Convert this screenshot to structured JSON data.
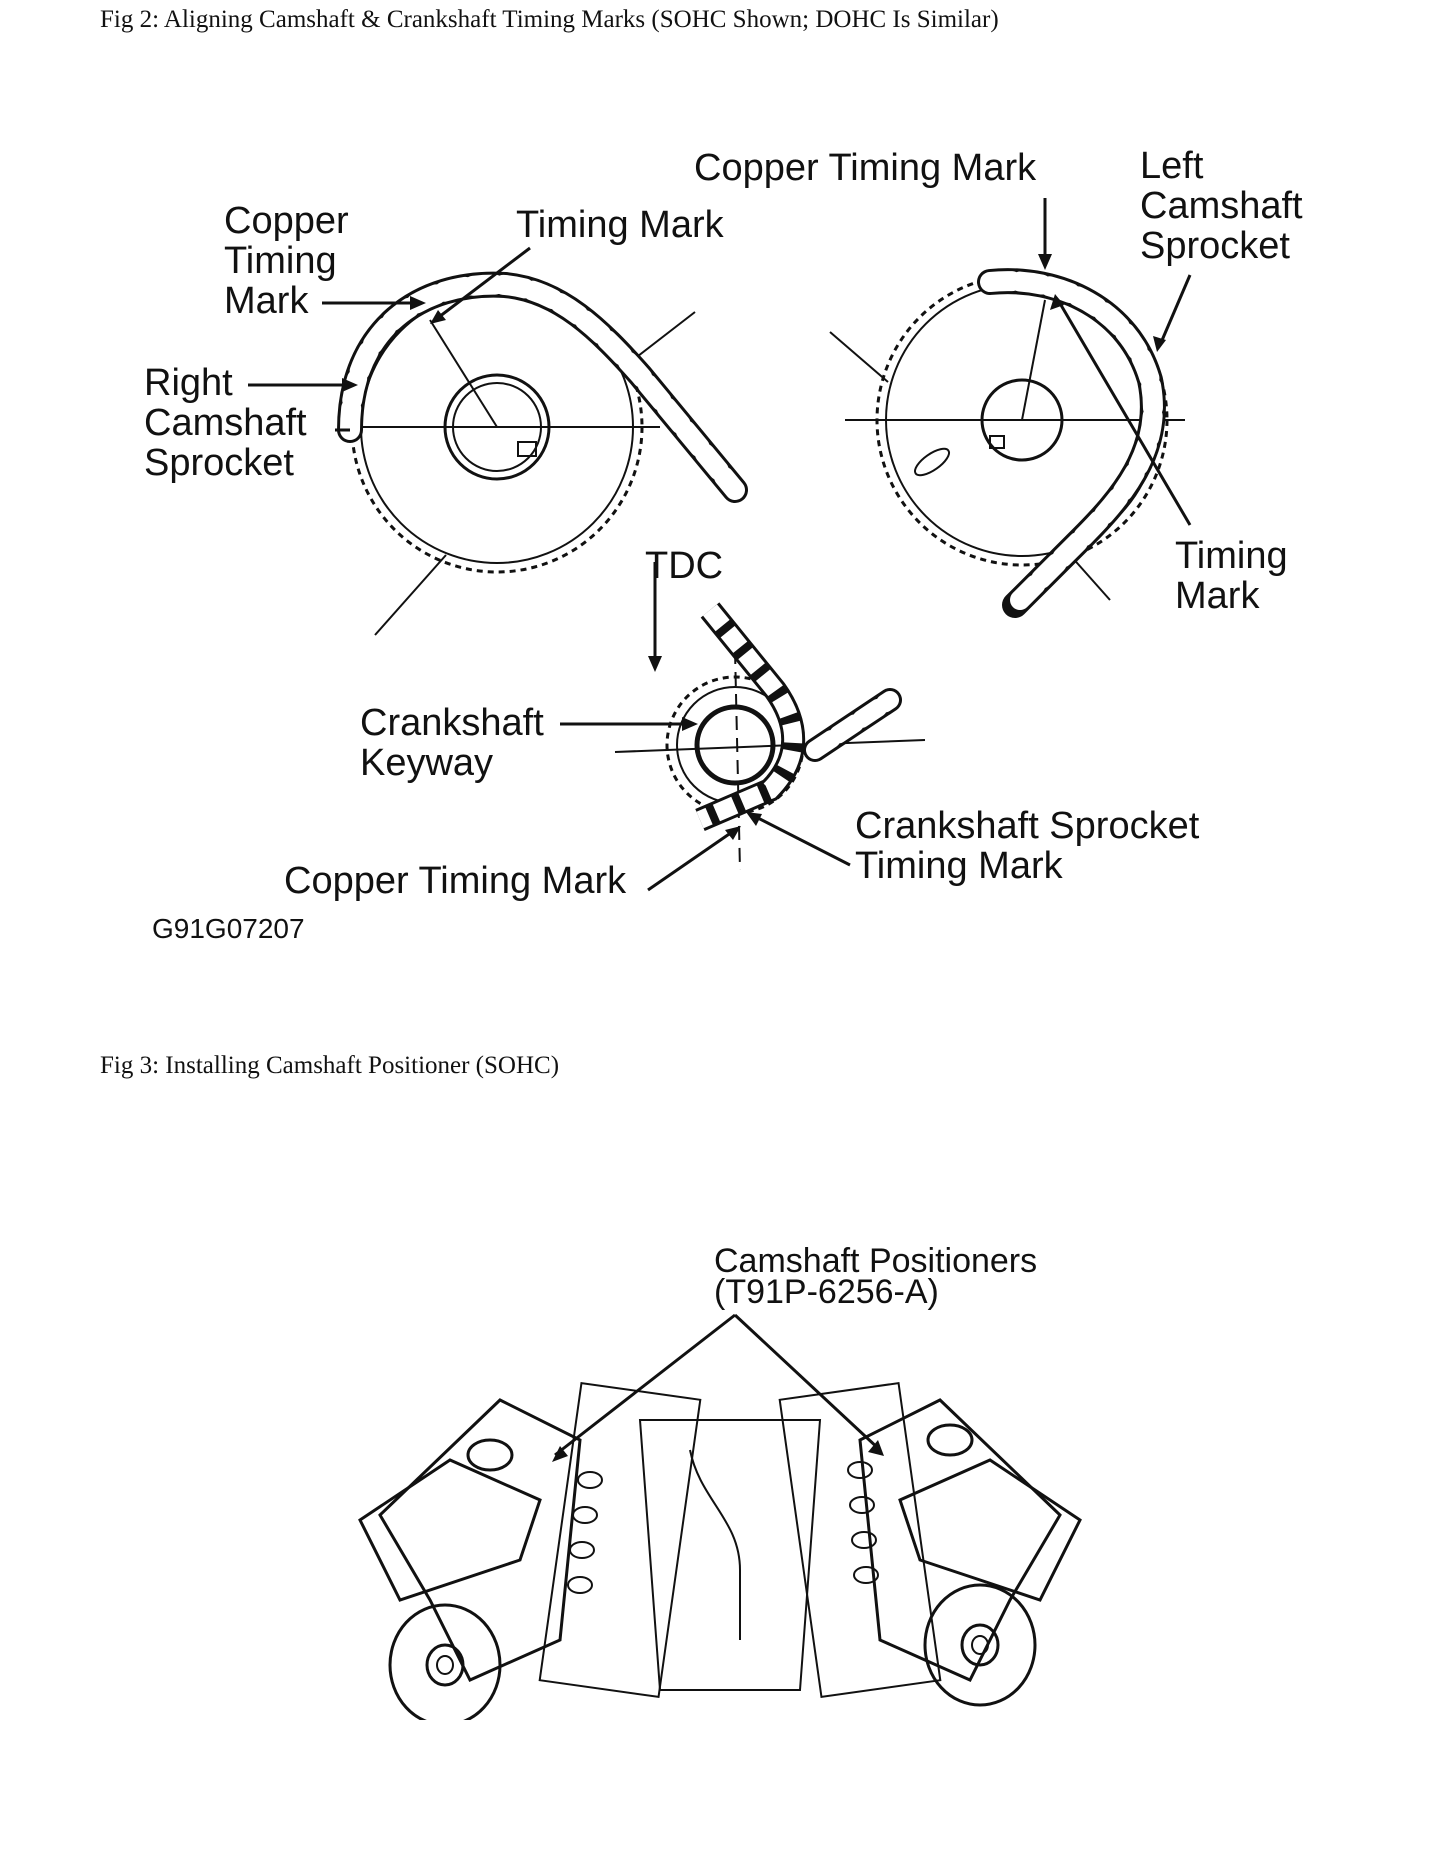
{
  "fig2": {
    "caption": "Fig 2: Aligning Camshaft & Crankshaft Timing Marks (SOHC Shown; DOHC Is Similar)",
    "labels": {
      "copper_timing_mark_right_l1": "Copper",
      "copper_timing_mark_right_l2": "Timing",
      "copper_timing_mark_right_l3": "Mark",
      "timing_mark_right": "Timing Mark",
      "right_sprocket_l1": "Right",
      "right_sprocket_l2": "Camshaft",
      "right_sprocket_l3": "Sprocket",
      "copper_timing_mark_left": "Copper Timing Mark",
      "left_sprocket_l1": "Left",
      "left_sprocket_l2": "Camshaft",
      "left_sprocket_l3": "Sprocket",
      "timing_mark_left_l1": "Timing",
      "timing_mark_left_l2": "Mark",
      "tdc": "TDC",
      "crankshaft_keyway_l1": "Crankshaft",
      "crankshaft_keyway_l2": "Keyway",
      "copper_timing_mark_crank": "Copper Timing Mark",
      "crank_sprocket_mark_l1": "Crankshaft Sprocket",
      "crank_sprocket_mark_l2": "Timing Mark",
      "figure_code": "G91G07207"
    }
  },
  "fig3": {
    "caption": "Fig 3: Installing Camshaft Positioner (SOHC)",
    "labels": {
      "positioners_l1": "Camshaft Positioners",
      "positioners_l2": "(T91P-6256-A)"
    }
  }
}
